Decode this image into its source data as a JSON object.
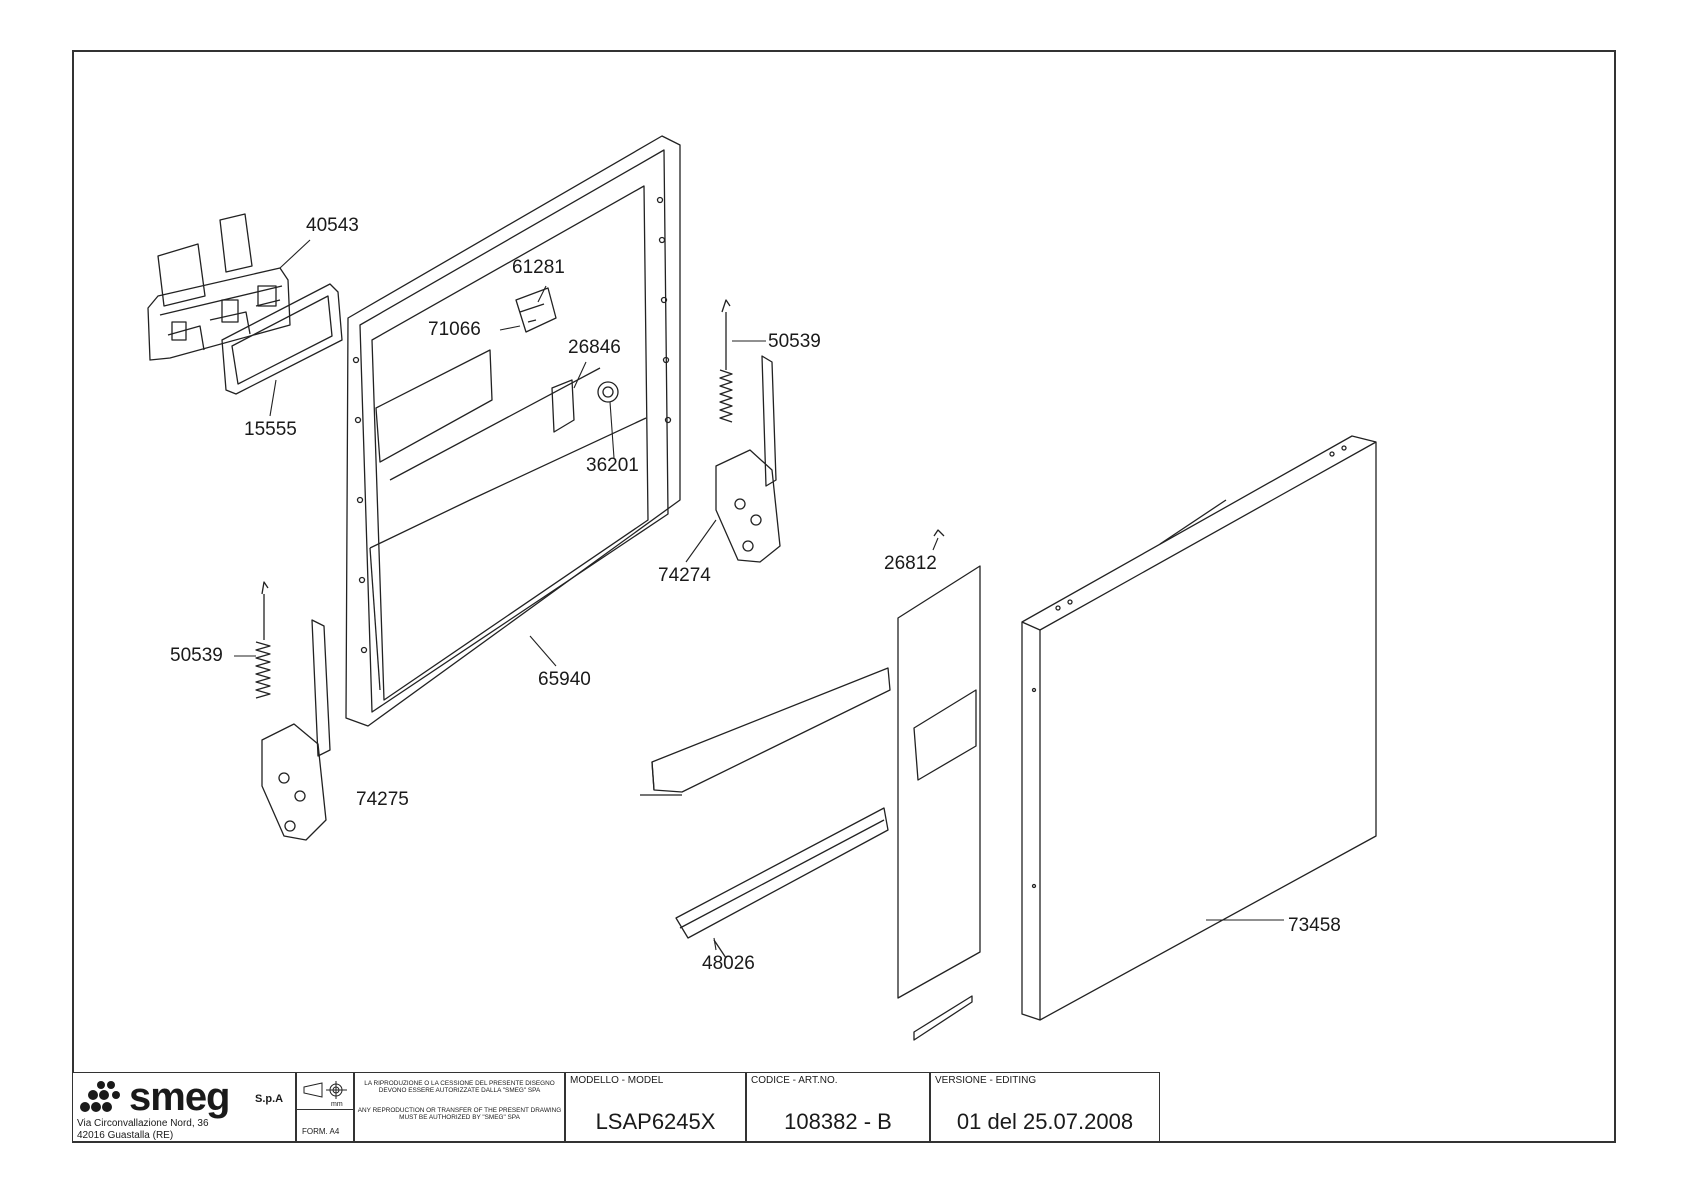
{
  "drawing": {
    "title_block": {
      "company": {
        "logo_text": "smeg",
        "legal_suffix": "S.p.A",
        "address_line1": "Via Circonvallazione Nord, 36",
        "address_line2": "42016  Guastalla (RE)"
      },
      "format": {
        "unit": "mm",
        "label": "FORM. A4"
      },
      "notice": {
        "it": "LA RIPRODUZIONE O LA CESSIONE DEL PRESENTE DISEGNO DEVONO ESSERE AUTORIZZATE DALLA \"SMEG\" SPA",
        "en": "ANY REPRODUCTION OR TRANSFER OF THE PRESENT DRAWING MUST BE AUTHORIZED BY \"SMEG\" SPA"
      },
      "model": {
        "caption": "MODELLO - MODEL",
        "value": "LSAP6245X"
      },
      "code": {
        "caption": "CODICE - ART.NO.",
        "value": "108382 - B"
      },
      "version": {
        "caption": "VERSIONE - EDITING",
        "value": "01 del 25.07.2008"
      }
    },
    "part_callouts": [
      "40543",
      "61281",
      "71066",
      "26846",
      "50539",
      "15555",
      "36201",
      "74274",
      "26812",
      "50539",
      "65940",
      "74275",
      "48026",
      "73458"
    ]
  }
}
